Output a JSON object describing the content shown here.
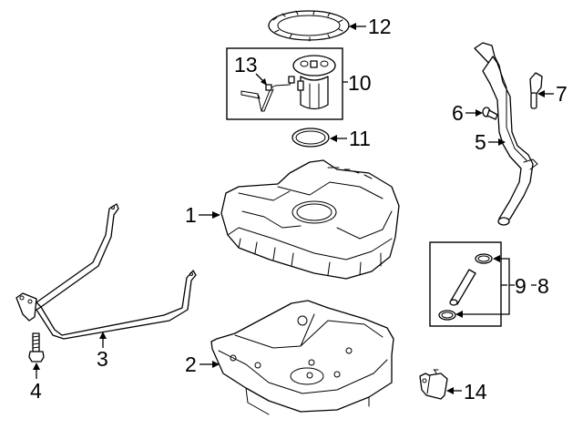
{
  "diagram": {
    "title": "Fuel Tank Assembly Components",
    "callouts": [
      {
        "id": "1",
        "label": "1",
        "part": "fuel-tank"
      },
      {
        "id": "2",
        "label": "2",
        "part": "heat-shield"
      },
      {
        "id": "3",
        "label": "3",
        "part": "tank-strap"
      },
      {
        "id": "4",
        "label": "4",
        "part": "strap-bolt"
      },
      {
        "id": "5",
        "label": "5",
        "part": "filler-pipe"
      },
      {
        "id": "6",
        "label": "6",
        "part": "filler-pipe-bolt"
      },
      {
        "id": "7",
        "label": "7",
        "part": "filler-neck-cap-tether"
      },
      {
        "id": "8",
        "label": "8",
        "part": "vent-hose-kit"
      },
      {
        "id": "9",
        "label": "9",
        "part": "hose-clamps"
      },
      {
        "id": "10",
        "label": "10",
        "part": "fuel-pump-module"
      },
      {
        "id": "11",
        "label": "11",
        "part": "pump-gasket"
      },
      {
        "id": "12",
        "label": "12",
        "part": "lock-ring"
      },
      {
        "id": "13",
        "label": "13",
        "part": "fuel-line"
      },
      {
        "id": "14",
        "label": "14",
        "part": "connector"
      }
    ]
  }
}
